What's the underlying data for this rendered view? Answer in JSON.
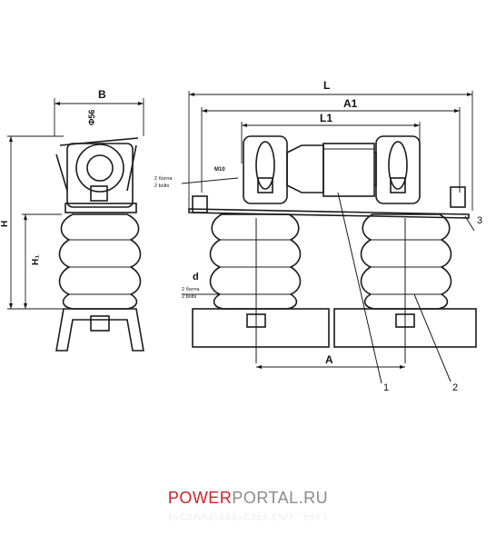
{
  "dimensions": {
    "B": "B",
    "L": "L",
    "A1": "A1",
    "L1": "L1",
    "A": "A",
    "H": "H",
    "H1": "H₁",
    "d": "d",
    "phi": "Φ56",
    "thread": "M10"
  },
  "notes": {
    "bolts_ru_top": "2 болта",
    "bolts_en_top": "2 bolts",
    "bolts_ru_bottom": "2 болта",
    "bolts_en_bottom": "2 bolts"
  },
  "callouts": [
    "1",
    "2",
    "3"
  ],
  "watermark": {
    "part1": "POWER",
    "part2": "PORTAL.RU",
    "color1": "#d0202a",
    "color2": "#8a8a8a"
  }
}
